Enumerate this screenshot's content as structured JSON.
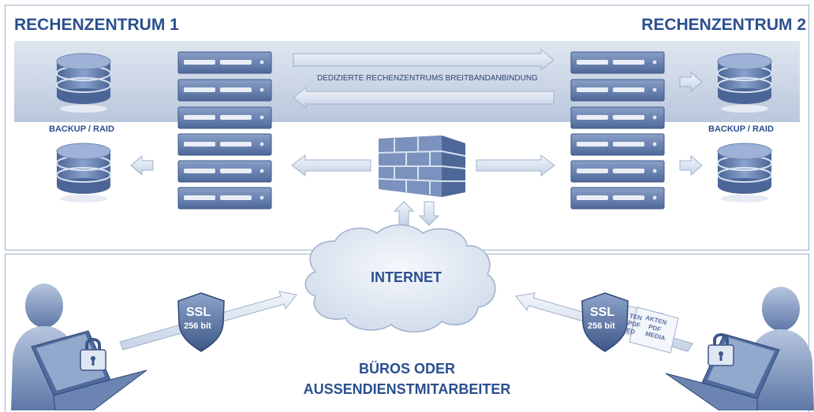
{
  "diagram": {
    "datacenter_1": {
      "title": "RECHENZENTRUM 1",
      "backup_label": "BACKUP / RAID"
    },
    "datacenter_2": {
      "title": "RECHENZENTRUM 2",
      "backup_label": "BACKUP / RAID"
    },
    "link_label": "DEDIZIERTE RECHENZENTRUMS BREITBANDANBINDUNG",
    "cloud_label": "INTERNET",
    "ssl_left": {
      "title": "SSL",
      "bits": "256 bit"
    },
    "ssl_right": {
      "title": "SSL",
      "bits": "256 bit"
    },
    "document_left": {
      "line1": "TEN",
      "line2": "PDF",
      "line3": "ED"
    },
    "document_right": {
      "line1": "AKTEN",
      "line2": "PDF",
      "line3": "MEDIA"
    },
    "offices_label": {
      "line1": "BÜROS ODER",
      "line2": "AUSSENDIENSTMITARBEITER"
    }
  },
  "colors": {
    "title_blue": "#2b4f8f",
    "band_fill": "#c9d3e4",
    "server_blue": "#6e86b2",
    "arrow_fill": "#dbe4f0",
    "cloud_fill": "#e4eaf3",
    "person_fill": "#7f97c0"
  }
}
